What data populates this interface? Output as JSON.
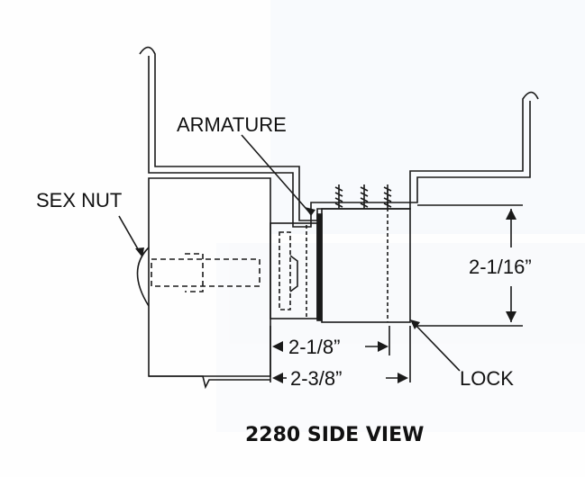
{
  "labels": {
    "armature": "ARMATURE",
    "sex_nut": "SEX NUT",
    "height_dim": "2-1/16”",
    "width_dim_1": "2-1/8”",
    "width_dim_2": "2-3/8”",
    "lock": "LOCK"
  },
  "title": "2280 SIDE VIEW",
  "colors": {
    "line": "#1a1a1a",
    "background": "#fefefe",
    "watermark": "#c9d1e4"
  }
}
